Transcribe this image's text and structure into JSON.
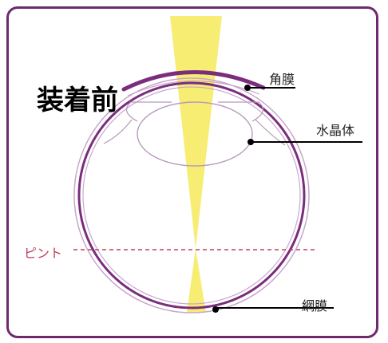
{
  "title": "装着前",
  "labels": {
    "cornea": "角膜",
    "lens": "水晶体",
    "retina": "網膜",
    "focus": "ピント"
  },
  "colors": {
    "frame": "#6d2a6e",
    "eye_outline": "#7a2d7d",
    "light_beam": "#f7ec6a",
    "focus_line": "#c0405a"
  }
}
